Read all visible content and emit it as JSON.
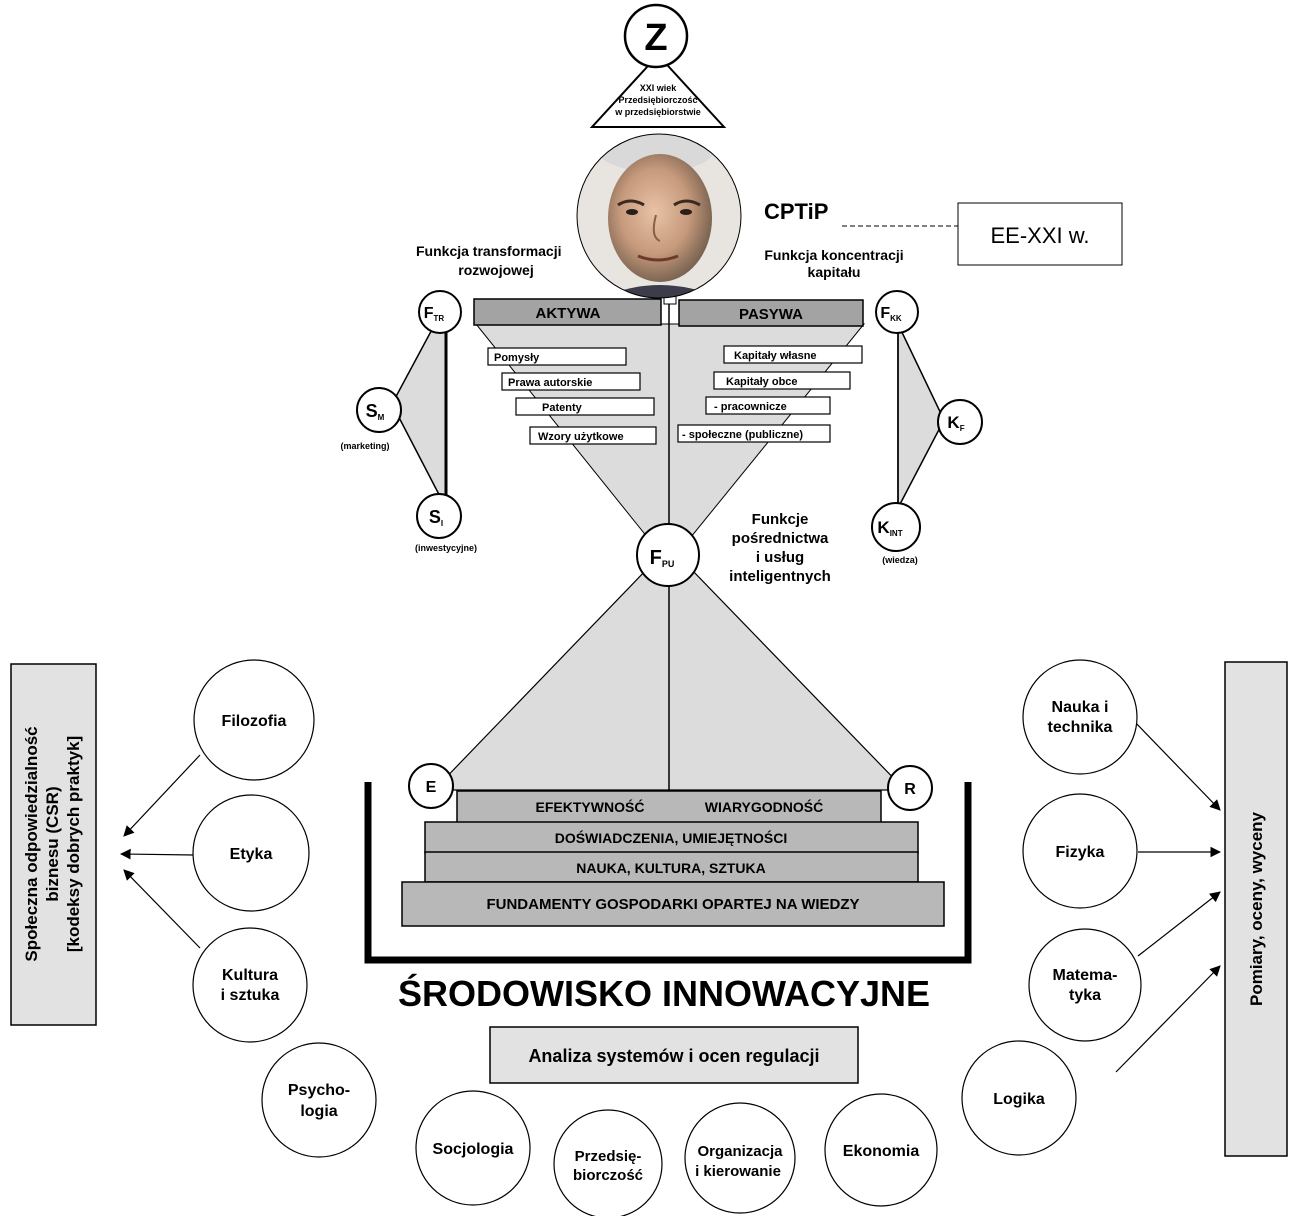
{
  "apex": {
    "letter": "Z",
    "triangle_lines": [
      "XXI wiek",
      "Przedsiębiorczość",
      "w przedsiębiorstwie"
    ]
  },
  "portrait_alt": "portrait photo of an elderly man",
  "center_label": "CPTiP",
  "badge": "EE-XXI w.",
  "left_function": [
    "Funkcja transformacji",
    "rozwojowej"
  ],
  "right_function": [
    "Funkcja koncentracji",
    "kapitału"
  ],
  "aktywa": {
    "header": "AKTYWA",
    "items": [
      "Pomysły",
      "Prawa autorskie",
      "Patenty",
      "Wzory użytkowe"
    ]
  },
  "pasywa": {
    "header": "PASYWA",
    "items": [
      "Kapitały własne",
      "Kapitały obce",
      "- pracownicze",
      "- społeczne (publiczne)"
    ]
  },
  "nodes": {
    "ftr": {
      "main": "F",
      "sub": "TR"
    },
    "sm": {
      "main": "S",
      "sub": "M",
      "caption": "(marketing)"
    },
    "si": {
      "main": "S",
      "sub": "I",
      "caption": "(inwestycyjne)"
    },
    "fkk": {
      "main": "F",
      "sub": "KK"
    },
    "kf": {
      "main": "K",
      "sub": "F"
    },
    "kint": {
      "main": "K",
      "sub": "INT",
      "caption": "(wiedza)"
    },
    "fpu": {
      "main": "F",
      "sub": "PU"
    },
    "e": {
      "main": "E"
    },
    "r": {
      "main": "R"
    }
  },
  "fpu_label": [
    "Funkcje",
    "pośrednictwa",
    "i usług",
    "inteligentnych"
  ],
  "steps": {
    "top_left": "EFEKTYWNOŚĆ",
    "top_right": "WIARYGODNOŚĆ",
    "row2": "DOŚWIADCZENIA, UMIEJĘTNOŚCI",
    "row3": "NAUKA, KULTURA, SZTUKA",
    "row4": "FUNDAMENTY GOSPODARKI OPARTEJ NA WIEDZY"
  },
  "environment_title": "ŚRODOWISKO INNOWACYJNE",
  "analysis_box": "Analiza systemów i ocen regulacji",
  "left_panel": [
    "Społeczna odpowiedzialność",
    "biznesu (CSR)",
    "[kodeksy dobrych praktyk]"
  ],
  "right_panel": "Pomiary, oceny, wyceny",
  "left_circles": {
    "filozofia": [
      "Filozofia"
    ],
    "etyka": [
      "Etyka"
    ],
    "kultura": [
      "Kultura",
      "i sztuka"
    ],
    "psychologia": [
      "Psycho-",
      "logia"
    ]
  },
  "bottom_circles": {
    "socjologia": [
      "Socjologia"
    ],
    "przedsiebiorczosc": [
      "Przedsię-",
      "biorczość"
    ],
    "organizacja": [
      "Organizacja",
      "i kierowanie"
    ],
    "ekonomia": [
      "Ekonomia"
    ]
  },
  "right_circles": {
    "nauka": [
      "Nauka i",
      "technika"
    ],
    "fizyka": [
      "Fizyka"
    ],
    "matematyka": [
      "Matema-",
      "tyka"
    ],
    "logika": [
      "Logika"
    ]
  },
  "colors": {
    "panel_fill": "#e2e2e2",
    "bar_fill": "#a3a3a3",
    "step_fill": "#b8b8b8",
    "funnel_fill": "#dcdcdc"
  }
}
